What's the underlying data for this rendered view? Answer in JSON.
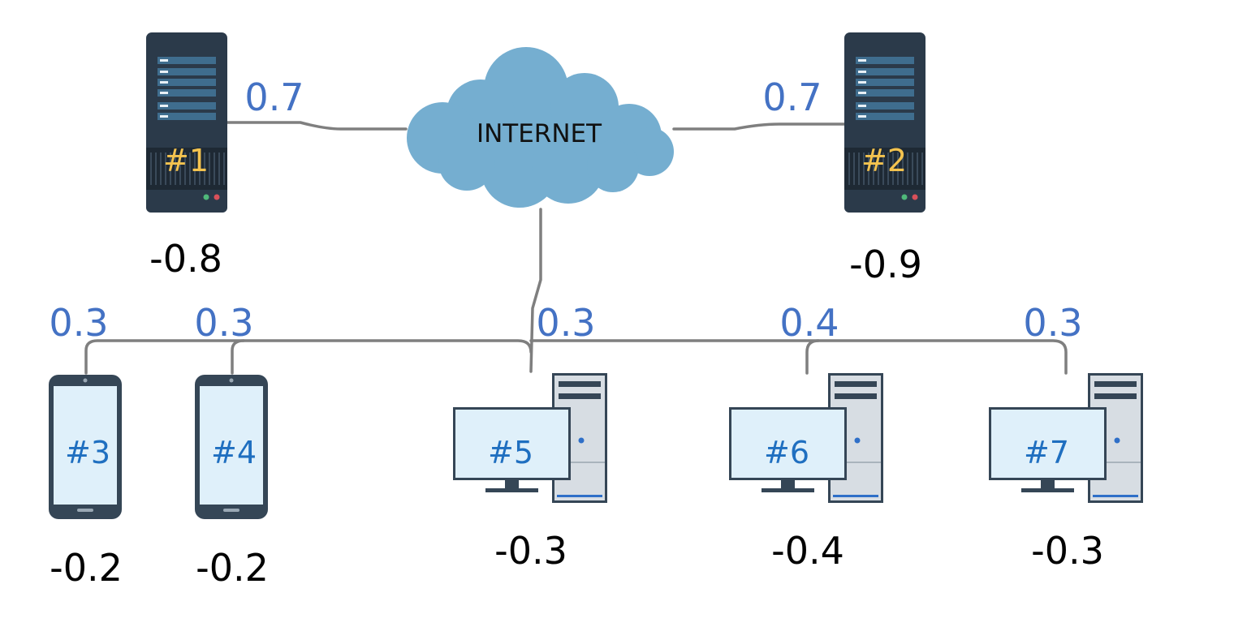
{
  "cloud": {
    "label": "INTERNET"
  },
  "servers": [
    {
      "id": "#1",
      "link_weight": "0.7",
      "score": "-0.8"
    },
    {
      "id": "#2",
      "link_weight": "0.7",
      "score": "-0.9"
    }
  ],
  "clients": [
    {
      "id": "#3",
      "kind": "phone",
      "link_weight": "0.3",
      "score": "-0.2"
    },
    {
      "id": "#4",
      "kind": "phone",
      "link_weight": "0.3",
      "score": "-0.2"
    },
    {
      "id": "#5",
      "kind": "desktop",
      "link_weight": "0.3",
      "score": "-0.3"
    },
    {
      "id": "#6",
      "kind": "desktop",
      "link_weight": "0.4",
      "score": "-0.4"
    },
    {
      "id": "#7",
      "kind": "desktop",
      "link_weight": "0.3",
      "score": "-0.3"
    }
  ],
  "colors": {
    "weight": "#4472c4",
    "server_id": "#f4c34f",
    "client_id": "#1f6fc0",
    "cloud": "#75aed0",
    "server_body": "#2b3a4a",
    "device_body": "#354656",
    "screen": "#dff0fa",
    "wire": "#7f7f7f"
  }
}
